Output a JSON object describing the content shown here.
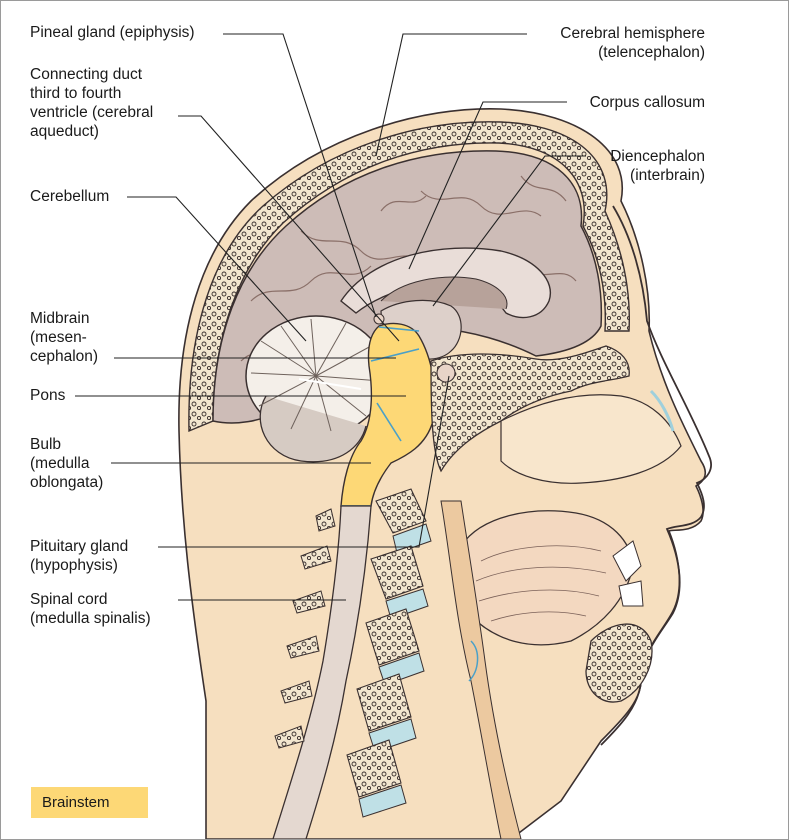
{
  "labels": {
    "pineal": [
      "Pineal gland (epiphysis)"
    ],
    "aqueduct": [
      "Connecting duct",
      "third to fourth",
      "ventricle (cerebral",
      "aqueduct)"
    ],
    "cerebellum": [
      "Cerebellum"
    ],
    "midbrain": [
      "Midbrain",
      "(mesen-",
      "cephalon)"
    ],
    "pons": [
      "Pons"
    ],
    "bulb": [
      "Bulb",
      "(medulla",
      "oblongata)"
    ],
    "pituitary": [
      "Pituitary gland",
      "(hypophysis)"
    ],
    "spinal": [
      "Spinal cord",
      "(medulla spinalis)"
    ],
    "hemisphere": [
      "Cerebral hemisphere",
      "(telencephalon)"
    ],
    "callosum": [
      "Corpus callosum"
    ],
    "diencephalon": [
      "Diencephalon",
      "(interbrain)"
    ]
  },
  "legend": {
    "label": "Brainstem",
    "color": "#fdd876"
  },
  "colors": {
    "skin": "#f6dfbf",
    "skin_shade": "#ecc9a0",
    "bone": "#f3e2c4",
    "brain": "#cdbcb7",
    "brain_dark": "#b9a29c",
    "brainstem": "#fdd876",
    "outline": "#3a3030",
    "disc": "#bfe0e6",
    "cord": "#e4d8d0"
  }
}
